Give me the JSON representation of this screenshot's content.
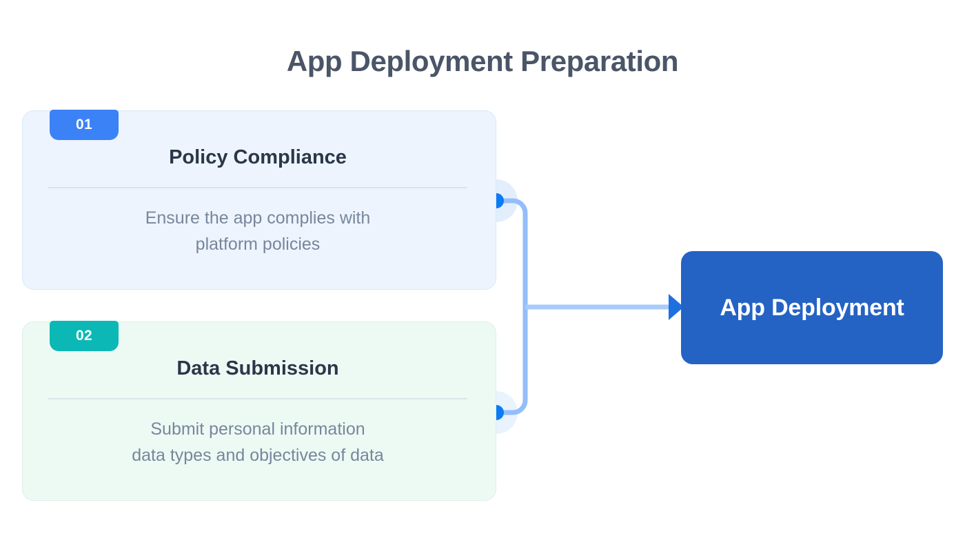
{
  "diagram": {
    "title": "App Deployment Preparation",
    "type": "process-flow",
    "title_color": "#4a5568",
    "background_color": "#ffffff"
  },
  "steps": [
    {
      "number": "01",
      "title": "Policy Compliance",
      "description": "Ensure the app complies with\nplatform policies",
      "badge_color": "#3b82f6",
      "card_background": "#edf4fd",
      "card_border": "#d7e9f8"
    },
    {
      "number": "02",
      "title": "Data Submission",
      "description": "Submit personal information\ndata types and objectives of data",
      "badge_color": "#0cb8b6",
      "card_background": "#edfaf4",
      "card_border": "#daf0e8"
    }
  ],
  "connector": {
    "line_color": "#93befa",
    "node_dot_color": "#0b7bf5",
    "node_halo_color": "#e3eefd",
    "arrow_color": "#1f6fe0"
  },
  "target": {
    "label": "App Deployment",
    "background_color": "#2463c4",
    "text_color": "#ffffff"
  }
}
